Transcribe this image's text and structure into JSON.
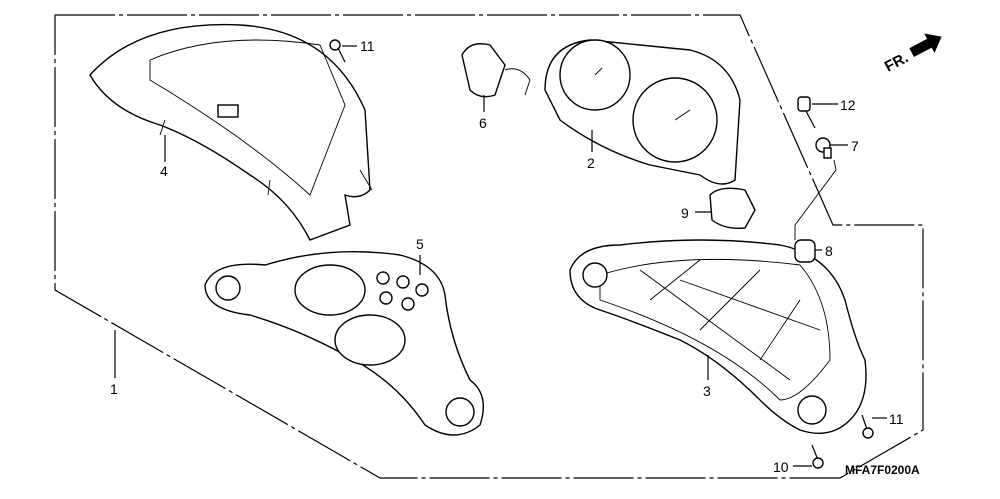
{
  "diagram": {
    "orientation_label": "FR.",
    "diagram_code": "MFA7F0200A",
    "callouts": [
      {
        "id": "c11a",
        "label": "11"
      },
      {
        "id": "c6",
        "label": "6"
      },
      {
        "id": "c2",
        "label": "2"
      },
      {
        "id": "c12",
        "label": "12"
      },
      {
        "id": "c7",
        "label": "7"
      },
      {
        "id": "c4",
        "label": "4"
      },
      {
        "id": "c9",
        "label": "9"
      },
      {
        "id": "c8",
        "label": "8"
      },
      {
        "id": "c5",
        "label": "5"
      },
      {
        "id": "c1",
        "label": "1"
      },
      {
        "id": "c3",
        "label": "3"
      },
      {
        "id": "c11b",
        "label": "11"
      },
      {
        "id": "c10",
        "label": "10"
      }
    ]
  }
}
